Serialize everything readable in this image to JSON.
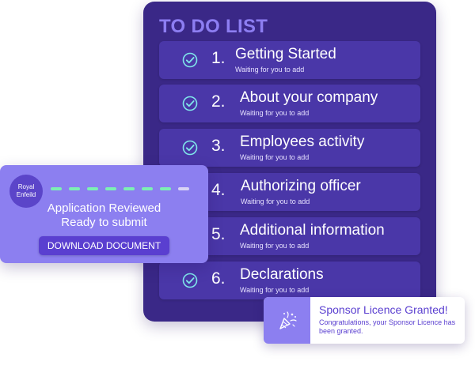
{
  "todo": {
    "title": "TO DO LIST",
    "items": [
      {
        "number": "1.",
        "title": "Getting Started",
        "status": "Waiting for you to add",
        "checked": true
      },
      {
        "number": "2.",
        "title": "About your company",
        "status": "Waiting for you to add",
        "checked": true
      },
      {
        "number": "3.",
        "title": "Employees activity",
        "status": "Waiting for you to add",
        "checked": true
      },
      {
        "number": "4.",
        "title": "Authorizing officer",
        "status": "Waiting for you to add",
        "checked": false
      },
      {
        "number": "5.",
        "title": "Additional information",
        "status": "Waiting for you to add",
        "checked": false
      },
      {
        "number": "6.",
        "title": "Declarations",
        "status": "Waiting for you to add",
        "checked": true
      }
    ]
  },
  "application": {
    "avatar_line1": "Royal",
    "avatar_line2": "Enfeild",
    "line1": "Application Reviewed",
    "line2": "Ready to submit",
    "button_label": "DOWNLOAD DOCUMENT",
    "progress_steps_done": 7,
    "progress_steps_total": 8
  },
  "sponsor": {
    "icon": "party-popper-icon",
    "title": "Sponsor Licence Granted!",
    "message": "Congratulations, your Sponsor Licence has been granted."
  },
  "colors": {
    "panel": "#3a2887",
    "item": "#4a37a8",
    "accent": "#8c7ff0",
    "button": "#5a3fd0",
    "check": "#7fe6ea",
    "progress": "#7cf0b4"
  }
}
